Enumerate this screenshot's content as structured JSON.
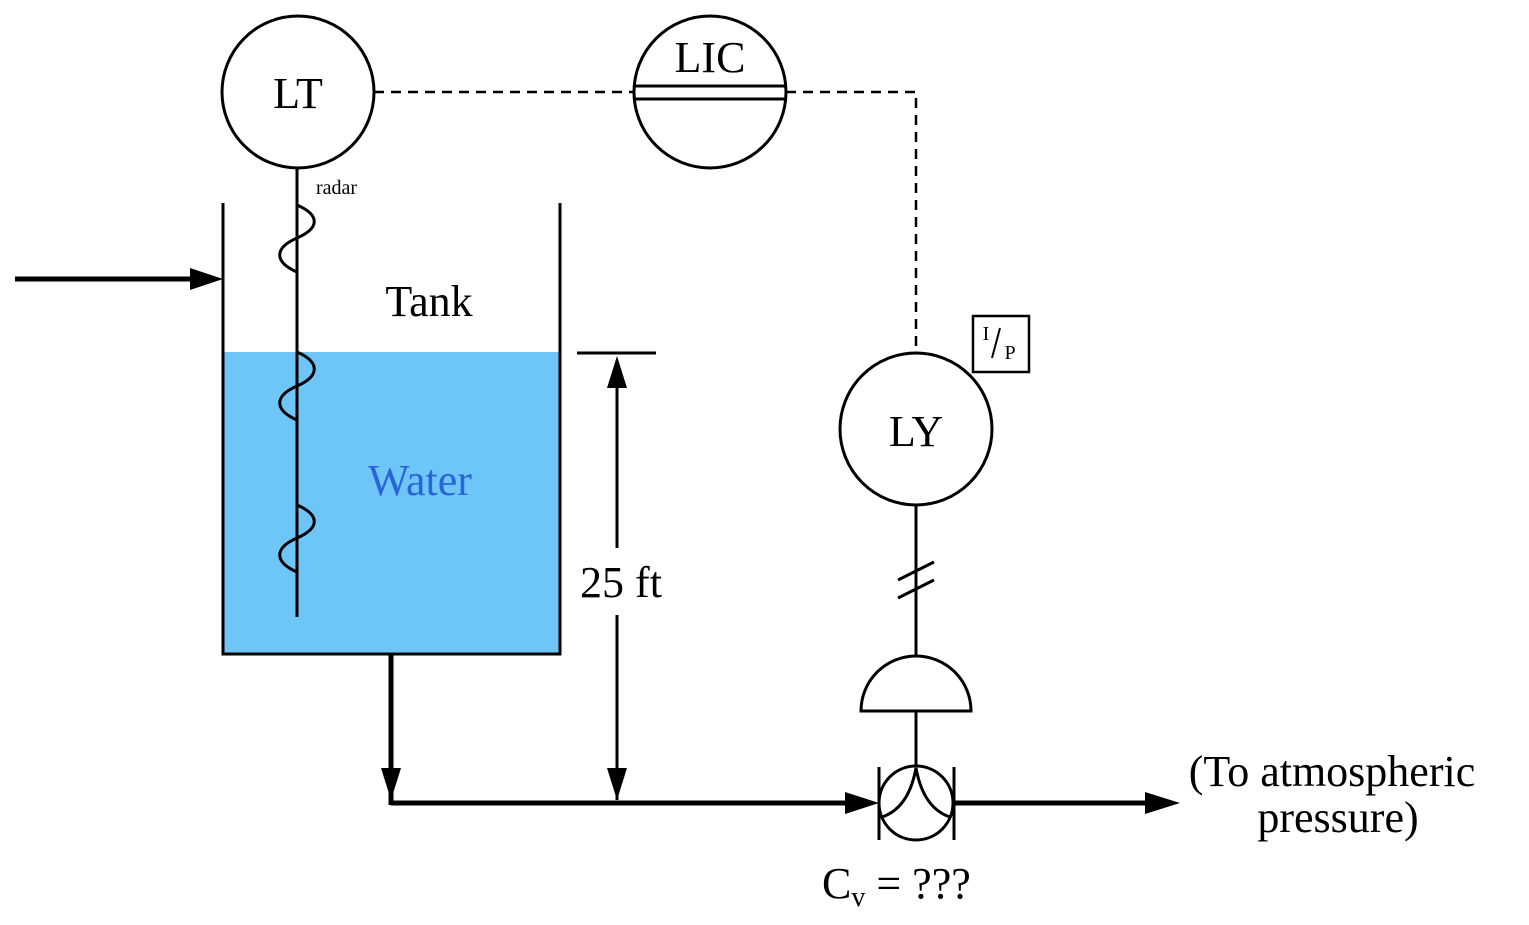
{
  "colors": {
    "water_fill": "#6ec6f8",
    "water_text": "#2b63d9",
    "line": "#000000"
  },
  "instruments": {
    "transmitter": "LT",
    "controller": "LIC",
    "transducer": "LY",
    "transducer_badge_top": "I",
    "transducer_badge_bottom": "P"
  },
  "labels": {
    "radar": "radar",
    "tank": "Tank",
    "water": "Water",
    "height": "25 ft",
    "outlet_line1": "(To atmospheric",
    "outlet_line2": "pressure)",
    "cv_main": "C",
    "cv_sub": "v",
    "cv_value": " = ???"
  }
}
